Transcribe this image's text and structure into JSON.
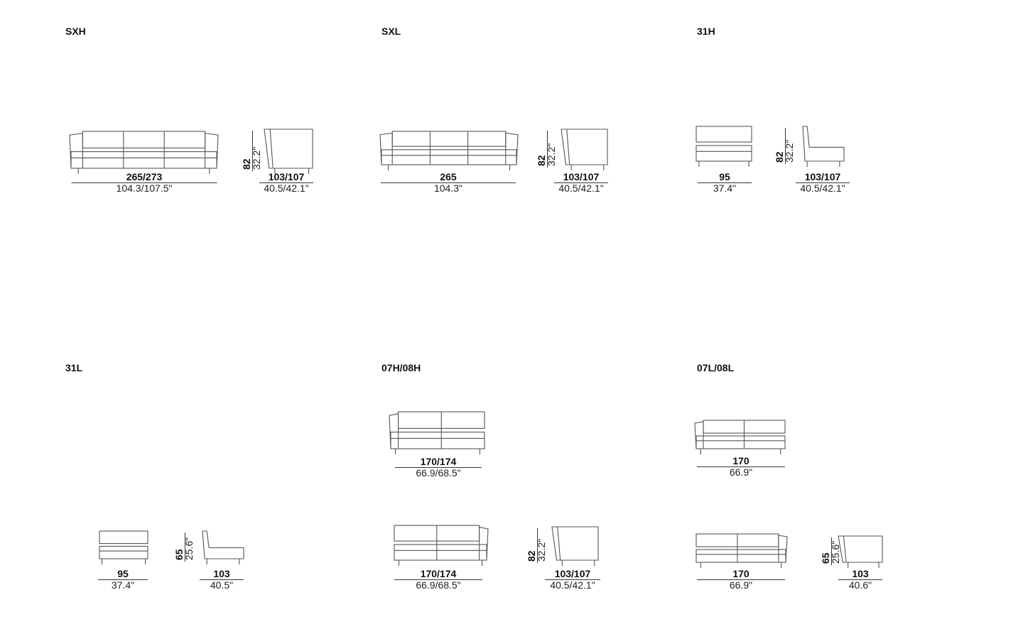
{
  "modules": [
    {
      "name": "SXH",
      "views": [
        {
          "kind": "front",
          "width": "265/273",
          "width_in": "104.3/107.5\""
        },
        {
          "kind": "side",
          "height": "82",
          "height_in": "32.2\"",
          "width": "103/107",
          "width_in": "40.5/42.1\""
        }
      ]
    },
    {
      "name": "SXL",
      "views": [
        {
          "kind": "front",
          "width": "265",
          "width_in": "104.3\""
        },
        {
          "kind": "side",
          "height": "82",
          "height_in": "32.2\"",
          "width": "103/107",
          "width_in": "40.5/42.1\""
        }
      ]
    },
    {
      "name": "31H",
      "views": [
        {
          "kind": "chair",
          "width": "95",
          "width_in": "37.4\""
        },
        {
          "kind": "chairside",
          "height": "82",
          "height_in": "32.2\"",
          "width": "103/107",
          "width_in": "40.5/42.1\""
        }
      ]
    },
    {
      "name": "31L",
      "views": [
        {
          "kind": "chair",
          "width": "95",
          "width_in": "37.4\""
        },
        {
          "kind": "chairside",
          "height": "65",
          "height_in": "25.6\"",
          "width": "103",
          "width_in": "40.5\""
        }
      ]
    },
    {
      "name": "07H/08H",
      "views": [
        {
          "kind": "left",
          "width": "170/174",
          "width_in": "66.9/68.5\""
        },
        {
          "kind": "right",
          "width": "170/174",
          "width_in": "66.9/68.5\""
        },
        {
          "kind": "side",
          "height": "82",
          "height_in": "32.2\"",
          "width": "103/107",
          "width_in": "40.5/42.1\""
        }
      ]
    },
    {
      "name": "07L/08L",
      "views": [
        {
          "kind": "left",
          "width": "170",
          "width_in": "66.9\""
        },
        {
          "kind": "right",
          "width": "170",
          "width_in": "66.9\""
        },
        {
          "kind": "side",
          "height": "65",
          "height_in": "25.6\"",
          "width": "103",
          "width_in": "40.6\""
        }
      ]
    }
  ]
}
